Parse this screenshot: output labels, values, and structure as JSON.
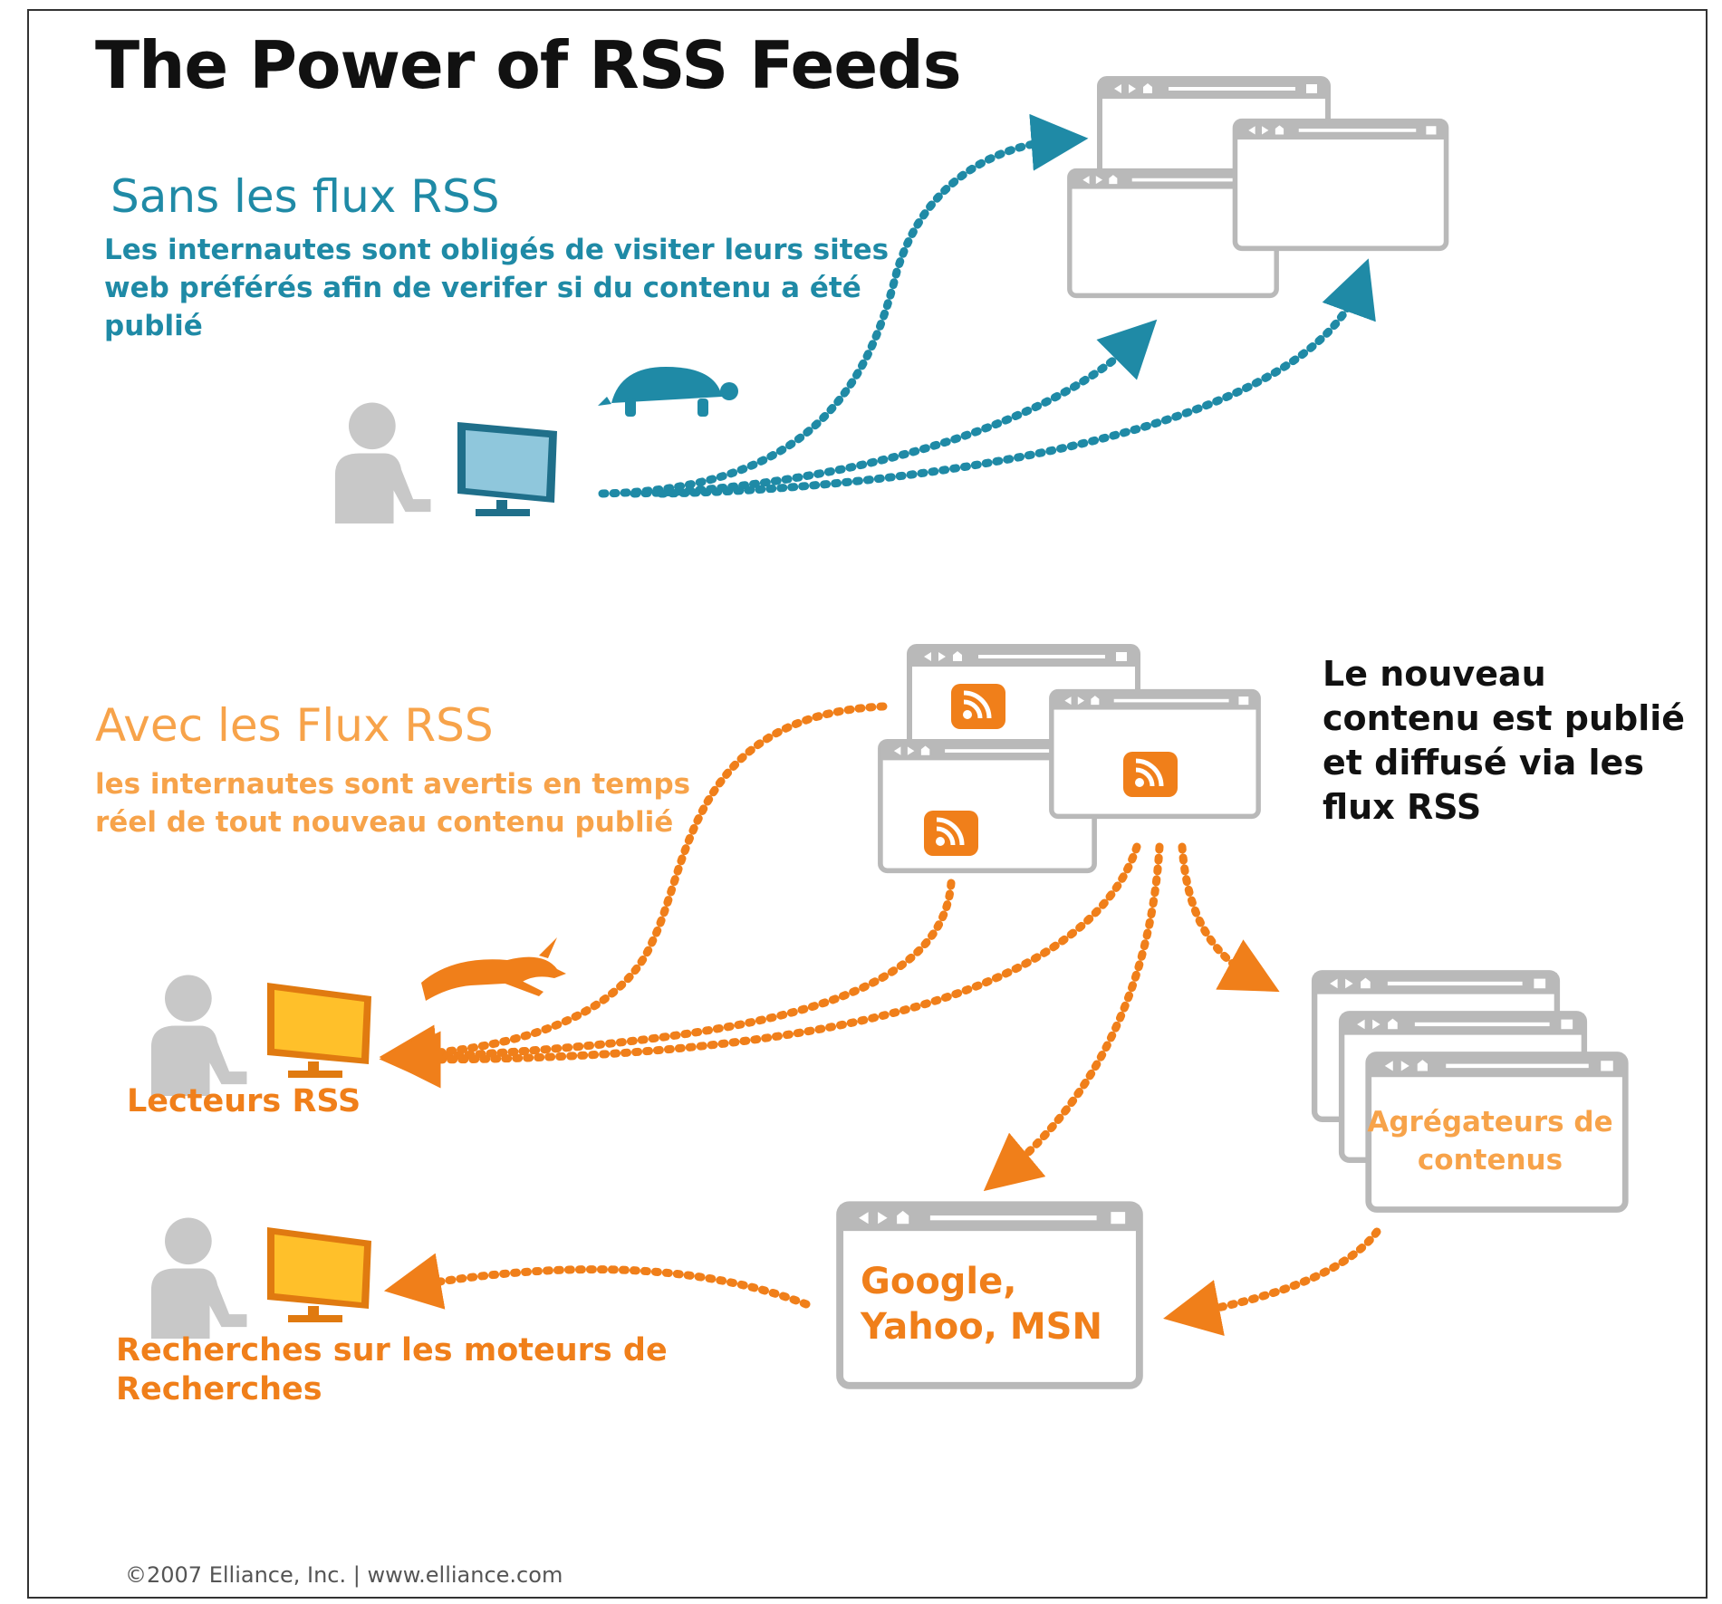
{
  "title": "The Power of RSS Feeds",
  "without": {
    "heading": "Sans les flux RSS",
    "description": "Les internautes sont obligés de visiter leurs sites web  préférés afin de verifer si du contenu a été publié"
  },
  "with": {
    "heading": "Avec les Flux RSS",
    "description": "les internautes sont avertis en temps réel de tout nouveau contenu  publié"
  },
  "note": "Le nouveau contenu est publié et diffusé via les flux RSS",
  "labels": {
    "readers": "Lecteurs RSS",
    "search_users": "Recherches sur les moteurs de Recherches",
    "search_engines": "Google, Yahoo, MSN",
    "aggregators": "Agrégateurs de contenus"
  },
  "footer": "©2007 Elliance, Inc.   |   www.elliance.com",
  "colors": {
    "teal": "#1f8aa6",
    "orange": "#f07f1a",
    "light_orange": "#f7a34a",
    "gray": "#b9b9b9"
  },
  "icons": {
    "slow": "turtle-icon",
    "fast": "rabbit-icon",
    "feed": "rss-icon",
    "user": "person-icon",
    "screen": "monitor-icon",
    "page": "browser-window-icon"
  }
}
